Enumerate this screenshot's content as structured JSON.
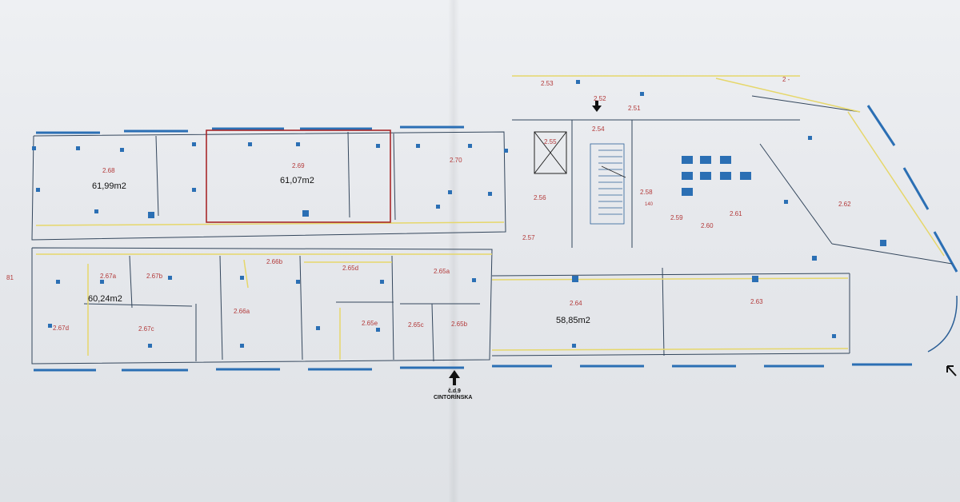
{
  "plan": {
    "colors": {
      "paper": "#e9ebee",
      "wall_blue": "#2b6fb4",
      "dim_yellow": "#e6d76a",
      "room_red": "#b33a3a",
      "highlight_red": "#a8282a"
    },
    "rooms": [
      {
        "id": "268",
        "label": "2.68",
        "area": "61,99m2"
      },
      {
        "id": "269",
        "label": "2.69",
        "area": "61,07m2"
      },
      {
        "id": "270",
        "label": "2.70",
        "area": ""
      },
      {
        "id": "253",
        "label": "2.53",
        "area": ""
      },
      {
        "id": "252",
        "label": "2.52",
        "area": ""
      },
      {
        "id": "251",
        "label": "2.51",
        "area": ""
      },
      {
        "id": "255",
        "label": "2.55",
        "area": ""
      },
      {
        "id": "254",
        "label": "2.54",
        "area": ""
      },
      {
        "id": "256",
        "label": "2.56",
        "area": ""
      },
      {
        "id": "257",
        "label": "2.57",
        "area": ""
      },
      {
        "id": "258",
        "label": "2.58",
        "area": ""
      },
      {
        "id": "259",
        "label": "2.59",
        "area": ""
      },
      {
        "id": "260",
        "label": "2.60",
        "area": ""
      },
      {
        "id": "261",
        "label": "2.61",
        "area": ""
      },
      {
        "id": "262",
        "label": "2.62",
        "area": ""
      },
      {
        "id": "266b",
        "label": "2.66b",
        "area": ""
      },
      {
        "id": "265d",
        "label": "2.65d",
        "area": ""
      },
      {
        "id": "265a",
        "label": "2.65a",
        "area": ""
      },
      {
        "id": "267a",
        "label": "2.67a",
        "area": "60,24m2"
      },
      {
        "id": "267b",
        "label": "2.67b",
        "area": ""
      },
      {
        "id": "266a",
        "label": "2.66a",
        "area": ""
      },
      {
        "id": "265e",
        "label": "2.65e",
        "area": ""
      },
      {
        "id": "265c",
        "label": "2.65c",
        "area": ""
      },
      {
        "id": "265b",
        "label": "2.65b",
        "area": ""
      },
      {
        "id": "267d",
        "label": "2.67d",
        "area": ""
      },
      {
        "id": "267c",
        "label": "2.67c",
        "area": ""
      },
      {
        "id": "264",
        "label": "2.64",
        "area": "58,85m2"
      },
      {
        "id": "263",
        "label": "2.63",
        "area": ""
      }
    ],
    "entrance": {
      "line1": "č.d.9",
      "line2": "CINTORÍNSKA",
      "arrow": "up-arrow-icon"
    },
    "misc_labels": {
      "left_edge": "81",
      "top_right": "2 -",
      "stair_dim": "140"
    }
  }
}
